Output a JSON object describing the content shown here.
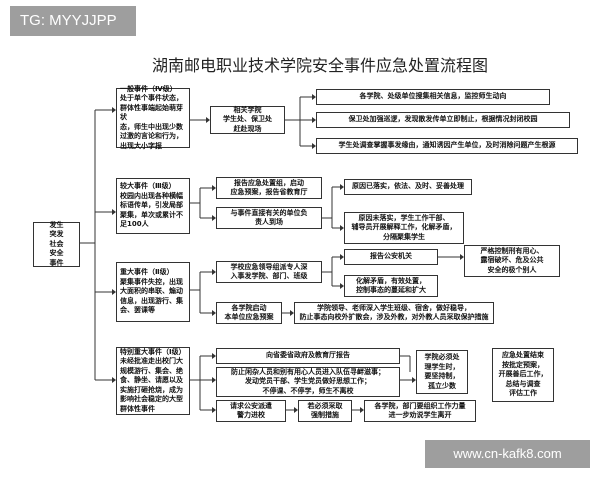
{
  "watermark_top": "TG: MYYJJPP",
  "title": "湖南邮电职业技术学院安全事件应急处置流程图",
  "start": "发生\n突发\n社会\n安全\n事件",
  "levels": [
    "一般事件（Ⅳ级）\n处于单个事件状态，\n群体性事端起始萌芽状\n态，师生中出现少数\n过激的言论和行为，\n出现大小字报",
    "较大事件（Ⅲ级）\n校园内出现各种横幅\n标语传单，引发局部\n聚集，单次或累计不\n足100人",
    "重大事件（Ⅱ级）\n聚集事件失控，出现\n大面积的串联、煽动\n信息，出现游行、集\n会、罢课等",
    "特别重大事件（Ⅰ级）\n未经批准走出校门大\n规模游行、集会、绝\n食、静坐、请愿以及\n实施打砸抢烧，成为\n影响社会稳定的大型\n群体性事件"
  ],
  "l1": {
    "unit": "相关学院\n学生处、保卫处\n赶赴现场",
    "actions": [
      "各学院、处级单位搜集相关信息，监控师生动向",
      "保卫处加强巡逻，发现散发传单立即制止，根据情况封闭校园",
      "学生处调查掌握事发缘由，通知诱因产生单位，及时消除问题产生根源"
    ]
  },
  "l2": {
    "report": "报告应急处置组，启动\n应急预案，报告省教育厅",
    "leaders": "与事件直接有关的单位负\n责人到场",
    "actions": [
      "原因已落实，依法、及时、妥善处理",
      "原因未落实，学生工作干部、\n辅导员开展解释工作，化解矛盾，\n分隔聚集学生"
    ]
  },
  "l3": {
    "leaders": "学校应急领导组派专人深\n入事发学院、部门、班级",
    "police": "报告公安机关",
    "resolve": "化解矛盾，有效处置，\n控制事态的蔓延和扩大",
    "police_action": "严格控制刑有用心、\n露宿破坏、危及公共\n安全的极个别人",
    "plan": "各学院启动\n本单位应急预案",
    "plan_action": "学院领导、老师深入学生班级、宿舍，做好稳导，\n防止事态向校外扩散会，涉及外教，对外教人员采取保护措施"
  },
  "l4": {
    "report": "向省委省政府及教育厅报告",
    "prevent": "防止闲杂人员和别有用心人员进入队伍寻衅滋事；\n发动党员干部、学生党员做好思想工作；\n不停课、不停学，师生不离校",
    "troops": "请求公安派遣\n警力进校",
    "force": "若必须采取\n强制措施",
    "depts": "各学院，部门要组织工作力量\n进一步劝说学生离开",
    "college": "学院必须处\n理学生时，\n要坚持制，\n孤立少数",
    "final": "应急处置结束\n按批定预案，\n开展善后工作，\n总结与调查\n评估工作"
  },
  "watermark_bottom": "www.cn-kafk8.com"
}
